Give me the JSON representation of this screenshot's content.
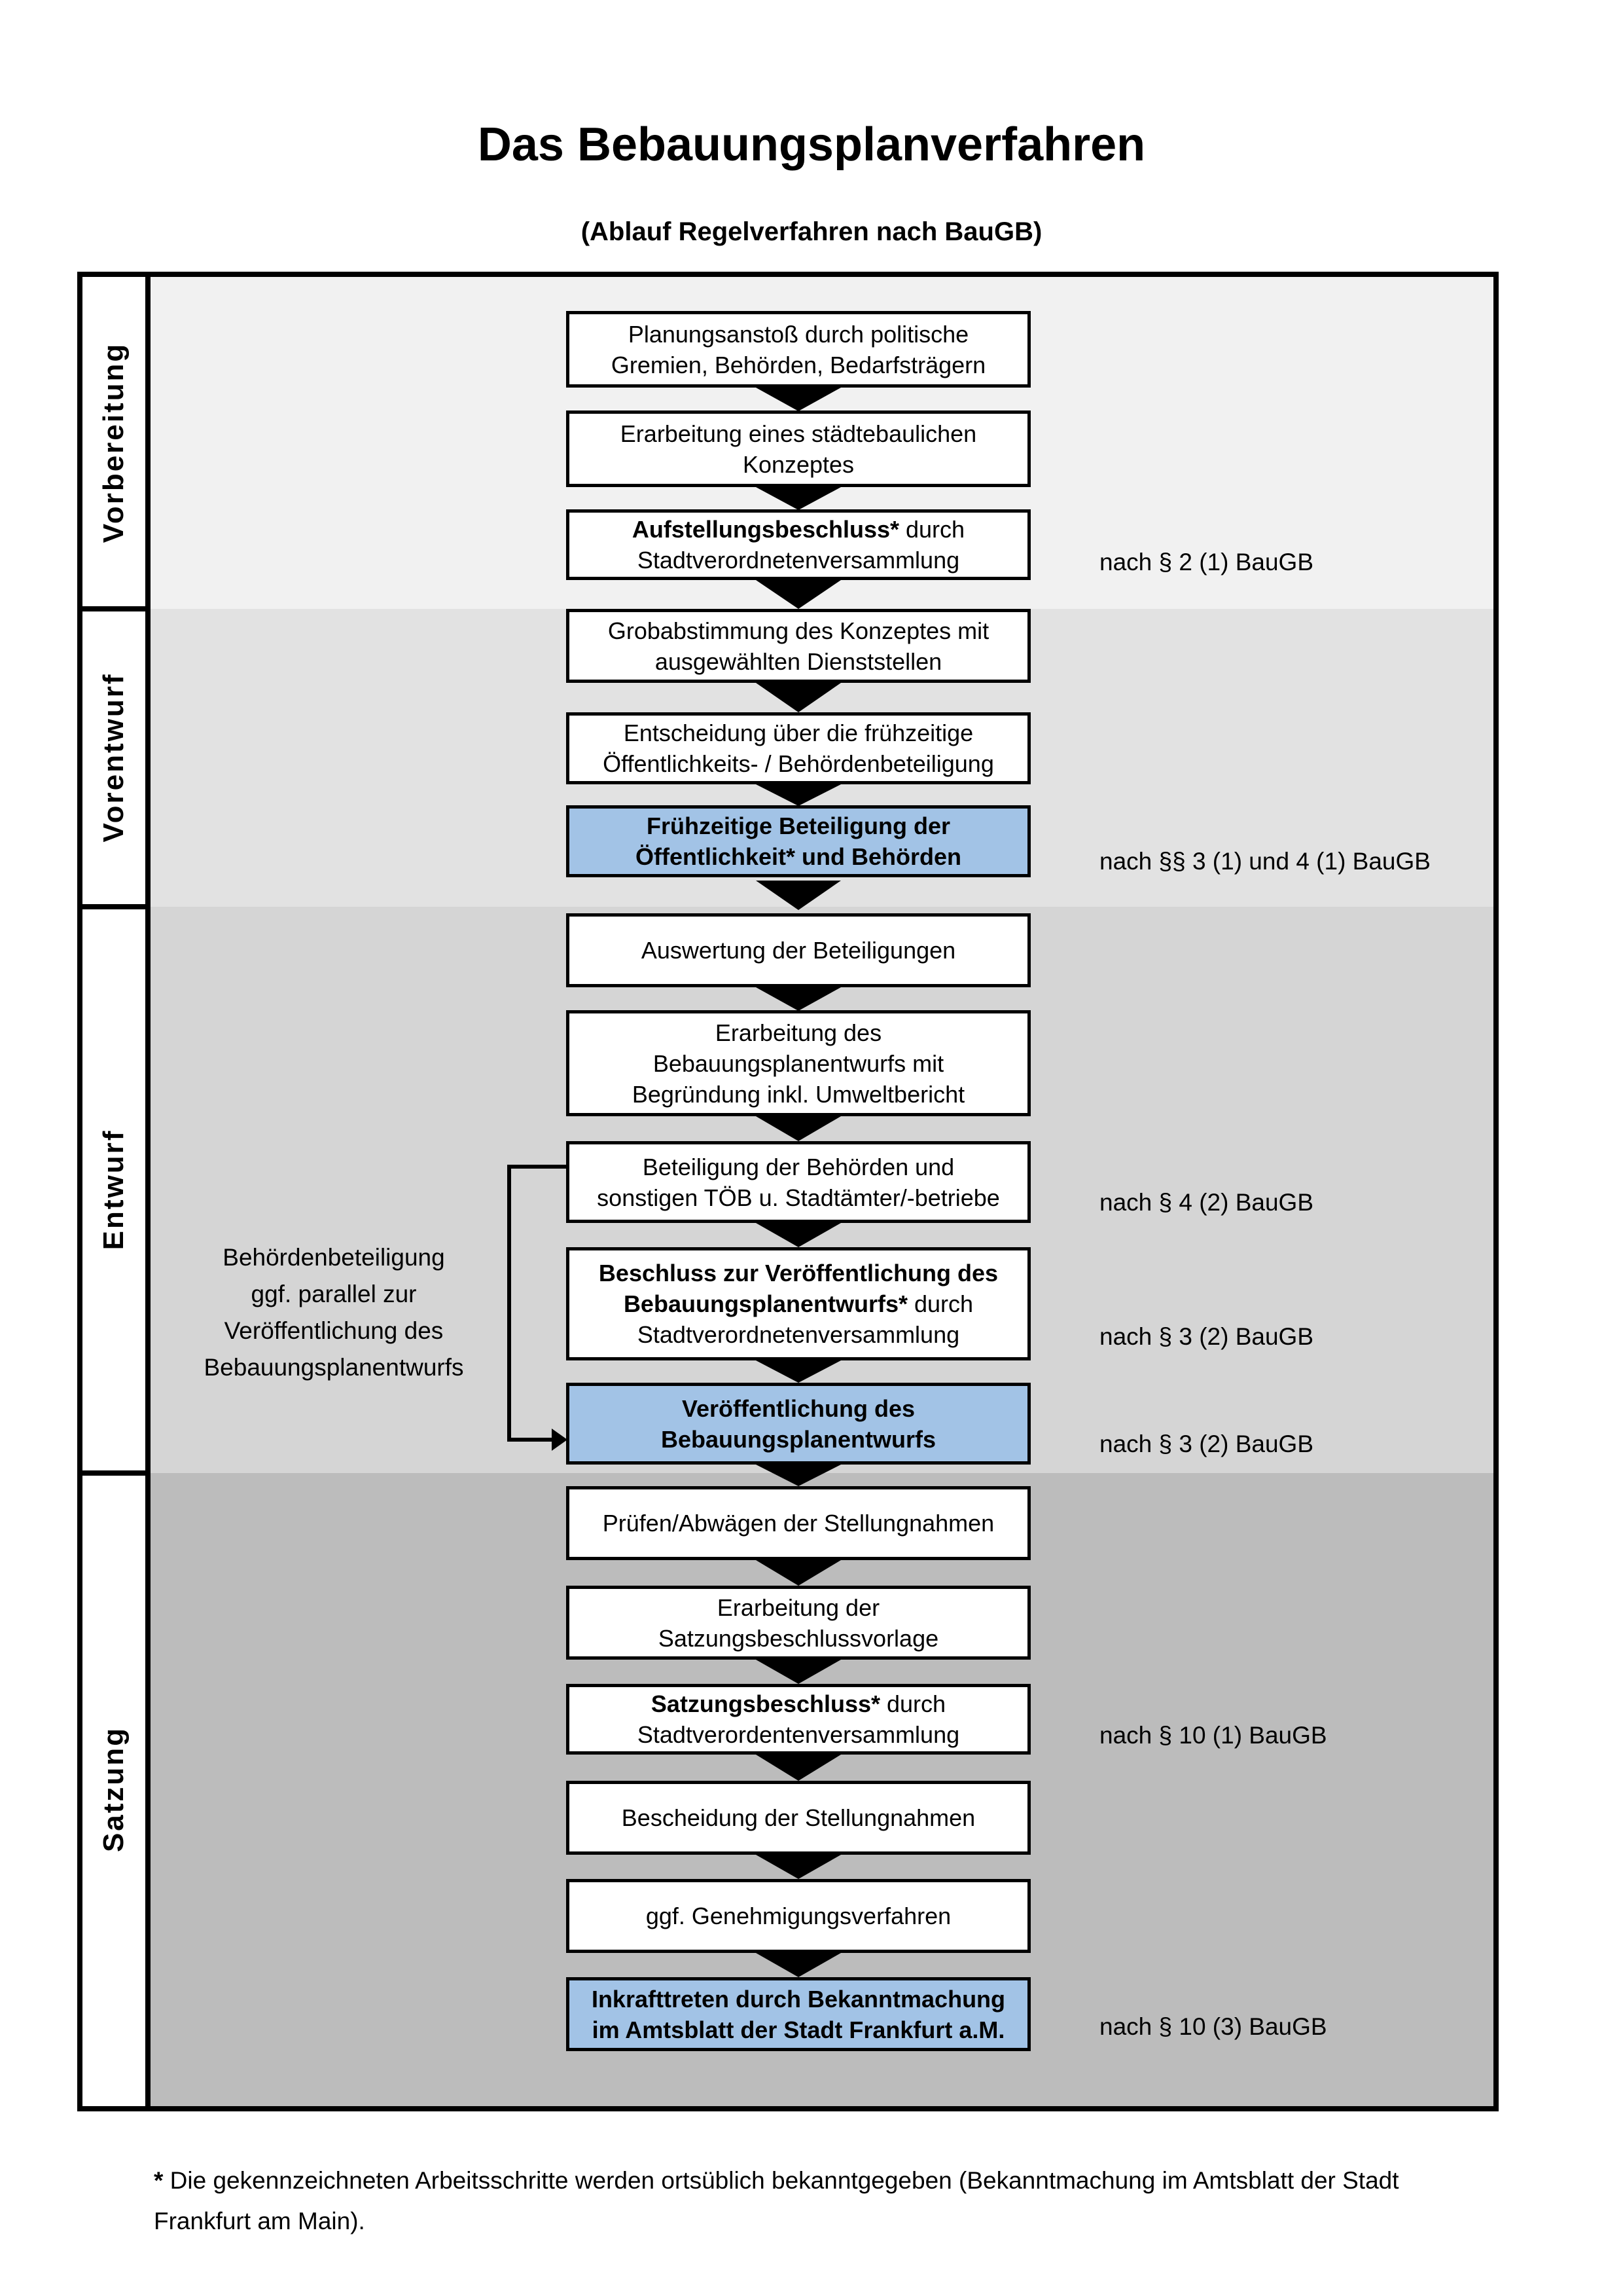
{
  "title": "Das Bebauungsplanverfahren",
  "subtitle": "(Ablauf Regelverfahren nach BauGB)",
  "phases": [
    {
      "label": "Vorbereitung"
    },
    {
      "label": "Vorentwurf"
    },
    {
      "label": "Entwurf"
    },
    {
      "label": "Satzung"
    }
  ],
  "colors": {
    "highlight": "#a2c3e6",
    "phase_backgrounds": [
      "#f1f1f1",
      "#e2e2e2",
      "#d5d5d5",
      "#bcbcbc"
    ],
    "box_border": "#000000"
  },
  "flow": {
    "boxes": [
      {
        "highlight": false,
        "lines": [
          [
            {
              "t": "Planungsanstoß durch politische",
              "b": false
            }
          ],
          [
            {
              "t": "Gremien, Behörden, Bedarfsträgern",
              "b": false
            }
          ]
        ]
      },
      {
        "highlight": false,
        "lines": [
          [
            {
              "t": "Erarbeitung eines städtebaulichen",
              "b": false
            }
          ],
          [
            {
              "t": "Konzeptes",
              "b": false
            }
          ]
        ]
      },
      {
        "highlight": false,
        "lines": [
          [
            {
              "t": "Aufstellungsbeschluss*",
              "b": true
            },
            {
              "t": " durch",
              "b": false
            }
          ],
          [
            {
              "t": "Stadtverordnetenversammlung",
              "b": false
            }
          ]
        ]
      },
      {
        "highlight": false,
        "lines": [
          [
            {
              "t": "Grobabstimmung des Konzeptes mit",
              "b": false
            }
          ],
          [
            {
              "t": "ausgewählten Dienststellen",
              "b": false
            }
          ]
        ]
      },
      {
        "highlight": false,
        "lines": [
          [
            {
              "t": "Entscheidung über die frühzeitige",
              "b": false
            }
          ],
          [
            {
              "t": "Öffentlichkeits- / Behördenbeteiligung",
              "b": false
            }
          ]
        ]
      },
      {
        "highlight": true,
        "lines": [
          [
            {
              "t": "Frühzeitige Beteiligung der",
              "b": true
            }
          ],
          [
            {
              "t": "Öffentlichkeit* und Behörden",
              "b": true
            }
          ]
        ]
      },
      {
        "highlight": false,
        "lines": [
          [
            {
              "t": "Auswertung der Beteiligungen",
              "b": false
            }
          ]
        ]
      },
      {
        "highlight": false,
        "lines": [
          [
            {
              "t": "Erarbeitung des",
              "b": false
            }
          ],
          [
            {
              "t": "Bebauungsplanentwurfs mit",
              "b": false
            }
          ],
          [
            {
              "t": "Begründung inkl. Umweltbericht",
              "b": false
            }
          ]
        ]
      },
      {
        "highlight": false,
        "lines": [
          [
            {
              "t": "Beteiligung der Behörden und",
              "b": false
            }
          ],
          [
            {
              "t": "sonstigen TÖB u. Stadtämter/-betriebe",
              "b": false
            }
          ]
        ]
      },
      {
        "highlight": false,
        "lines": [
          [
            {
              "t": "Beschluss zur Veröffentlichung des",
              "b": true
            }
          ],
          [
            {
              "t": "Bebauungsplanentwurfs*",
              "b": true
            },
            {
              "t": " durch",
              "b": false
            }
          ],
          [
            {
              "t": "Stadtverordnetenversammlung",
              "b": false
            }
          ]
        ]
      },
      {
        "highlight": true,
        "lines": [
          [
            {
              "t": "Veröffentlichung des",
              "b": true
            }
          ],
          [
            {
              "t": "Bebauungsplanentwurfs",
              "b": true
            }
          ]
        ]
      },
      {
        "highlight": false,
        "lines": [
          [
            {
              "t": "Prüfen/Abwägen der Stellungnahmen",
              "b": false
            }
          ]
        ]
      },
      {
        "highlight": false,
        "lines": [
          [
            {
              "t": "Erarbeitung der",
              "b": false
            }
          ],
          [
            {
              "t": "Satzungsbeschlussvorlage",
              "b": false
            }
          ]
        ]
      },
      {
        "highlight": false,
        "lines": [
          [
            {
              "t": "Satzungsbeschluss*",
              "b": true
            },
            {
              "t": " durch",
              "b": false
            }
          ],
          [
            {
              "t": "Stadtverordentenversammlung",
              "b": false
            }
          ]
        ]
      },
      {
        "highlight": false,
        "lines": [
          [
            {
              "t": "Bescheidung der Stellungnahmen",
              "b": false
            }
          ]
        ]
      },
      {
        "highlight": false,
        "lines": [
          [
            {
              "t": "ggf. Genehmigungsverfahren",
              "b": false
            }
          ]
        ]
      },
      {
        "highlight": true,
        "lines": [
          [
            {
              "t": "Inkrafttreten",
              "b": true
            },
            {
              "t": " durch Bekanntmachung",
              "b": false
            }
          ],
          [
            {
              "t": "im Amtsblatt der Stadt Frankfurt a.M.",
              "b": false
            }
          ]
        ]
      }
    ]
  },
  "annotations": [
    "nach § 2 (1) BauGB",
    "nach §§ 3 (1) und 4 (1) BauGB",
    "nach § 4 (2) BauGB",
    "nach § 3 (2) BauGB",
    "nach § 3 (2) BauGB",
    "nach § 10 (1) BauGB",
    "nach § 10 (3) BauGB"
  ],
  "side_note": [
    "Behördenbeteiligung",
    "ggf. parallel zur",
    "Veröffentlichung des",
    "Bebauungsplanentwurfs"
  ],
  "footnote": {
    "marker": "*",
    "line1": " Die gekennzeichneten Arbeitsschritte werden ortsüblich bekanntgegeben (Bekanntmachung im Amtsblatt der Stadt",
    "line2": "Frankfurt am Main)."
  }
}
